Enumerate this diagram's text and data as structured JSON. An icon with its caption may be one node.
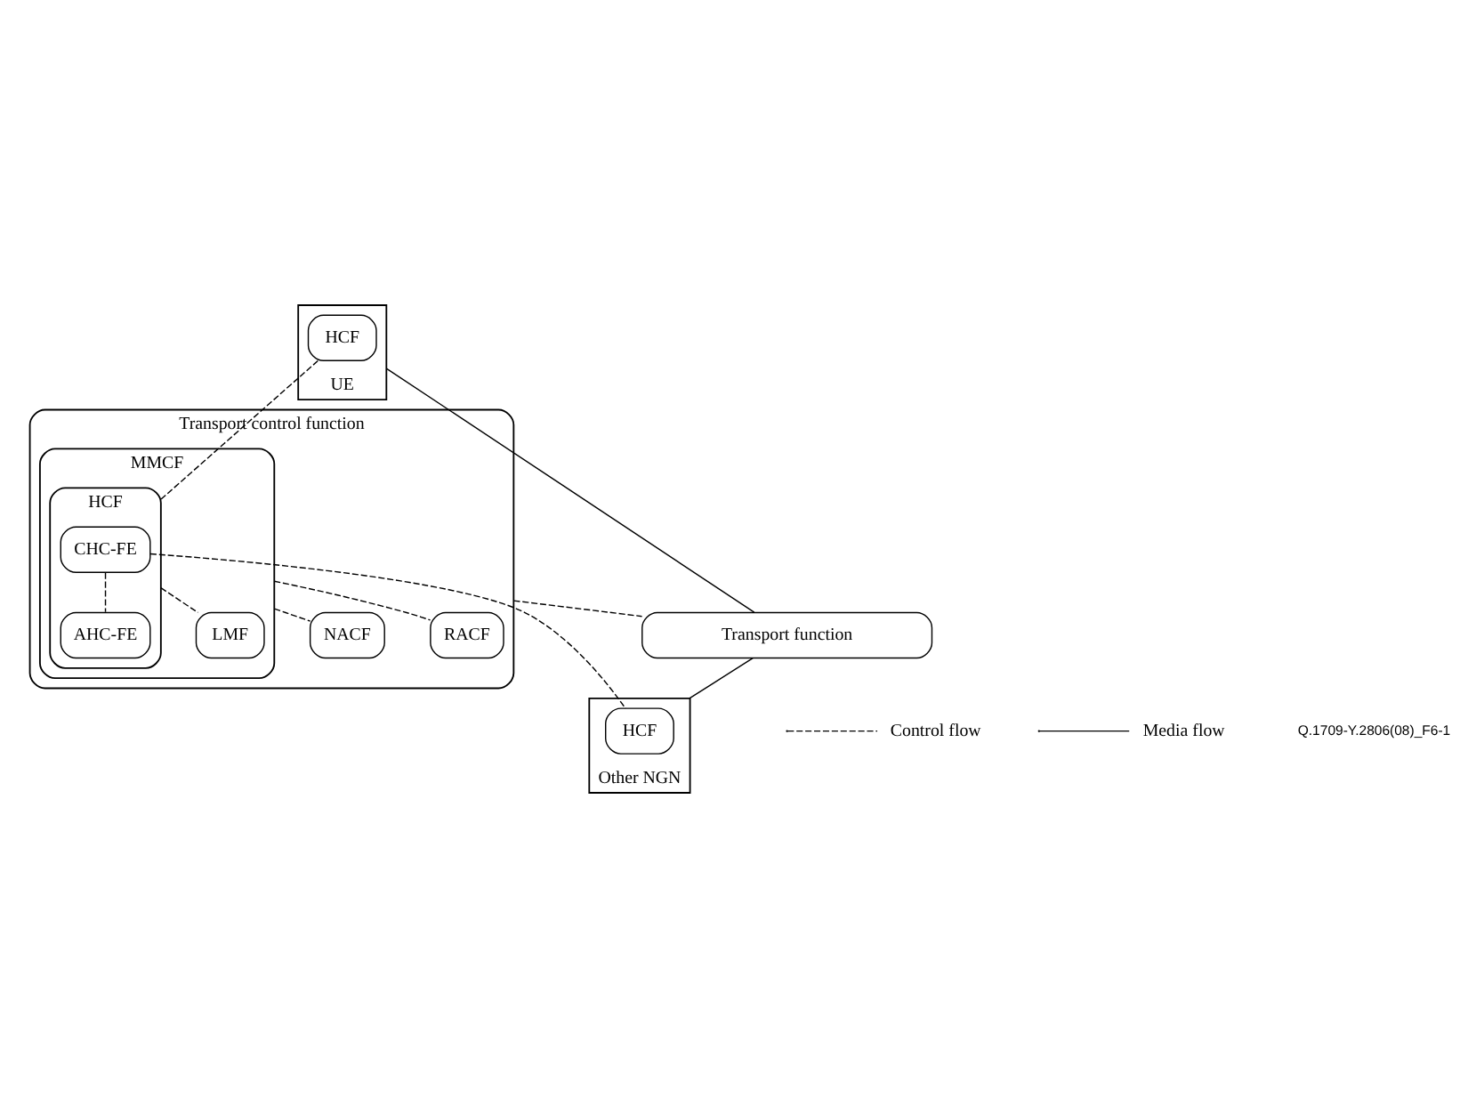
{
  "diagram": {
    "nodes": [
      {
        "text": [
          "Transport control function"
        ]
      },
      {
        "text": [
          "MMCF"
        ],
        "in": 0
      },
      {
        "text": [
          "HCF"
        ],
        "in": 1
      },
      {
        "text": [
          "CHC-FE"
        ],
        "in": 2
      },
      {
        "text": [
          "AHC-FE"
        ],
        "in": 2
      },
      {
        "text": [
          "LMF"
        ],
        "in": 1
      },
      {
        "text": [
          "NACF"
        ],
        "in": 0
      },
      {
        "text": [
          "RACF"
        ],
        "in": 0
      },
      {
        "text": [
          "UE"
        ]
      },
      {
        "text": [
          "HCF"
        ],
        "in": 8
      },
      {
        "text": [
          "Other NGN"
        ]
      },
      {
        "text": [
          "HCF"
        ],
        "in": 10
      },
      {
        "text": [
          "Transport function"
        ]
      }
    ],
    "edges": [
      {
        "from": 9,
        "to": 2,
        "arrow": "none",
        "style": "dashed"
      },
      {
        "from": 3,
        "to": 11,
        "arrow": "none",
        "style": "dashed"
      },
      {
        "from": 3,
        "to": 4,
        "arrow": "none",
        "style": "dashed"
      },
      {
        "from": 2,
        "to": 5,
        "arrow": "none",
        "style": "dashed"
      },
      {
        "from": 1,
        "to": 6,
        "arrow": "none",
        "style": "dashed"
      },
      {
        "from": 1,
        "to": 7,
        "arrow": "none",
        "style": "dashed"
      },
      {
        "from": 0,
        "to": 12,
        "arrow": "none",
        "style": "dashed"
      },
      {
        "from": 8,
        "to": 12,
        "arrow": "none"
      },
      {
        "from": 12,
        "to": 10,
        "arrow": "none"
      }
    ],
    "labels": [
      "Q.1709-Y.2806(08)_F6-1"
    ],
    "legend": [
      {
        "text": "Control flow"
      },
      {
        "text": "Media flow"
      }
    ]
  }
}
